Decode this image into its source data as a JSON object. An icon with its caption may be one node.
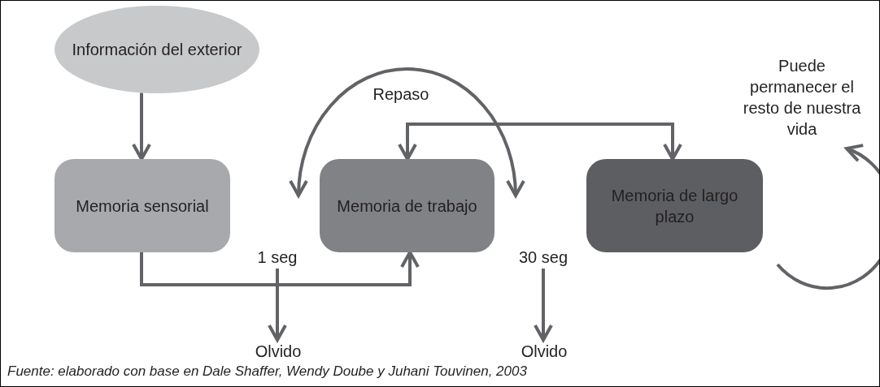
{
  "diagram": {
    "caption": "Fuente: elaborado con base en Dale Shaffer, Wendy Doube y Juhani Touvinen, 2003",
    "nodes": [
      {
        "text": [
          "Información del exterior"
        ]
      },
      {
        "text": [
          "Memoria sensorial"
        ]
      },
      {
        "text": [
          "Memoria de trabajo"
        ]
      },
      {
        "text": [
          "Memoria de largo plazo"
        ]
      },
      {
        "text": [
          "Olvido"
        ]
      },
      {
        "text": [
          "Olvido"
        ]
      },
      {
        "text": [
          "Puede permanecer el resto de nuestra vida"
        ]
      }
    ],
    "edges": [
      {
        "from": 0,
        "to": 1,
        "arrow": "to"
      },
      {
        "from": 1,
        "to": 2,
        "arrow": "to"
      },
      {
        "from": null,
        "to": 4,
        "arrow": "to",
        "label": "1 seg"
      },
      {
        "from": null,
        "to": 5,
        "arrow": "to",
        "label": "30 seg"
      },
      {
        "from": 2,
        "to": 2,
        "arrow": "both",
        "label": "Repaso"
      },
      {
        "from": 2,
        "to": 3,
        "arrow": "both"
      },
      {
        "from": 3,
        "to": 6,
        "arrow": "to"
      }
    ]
  }
}
